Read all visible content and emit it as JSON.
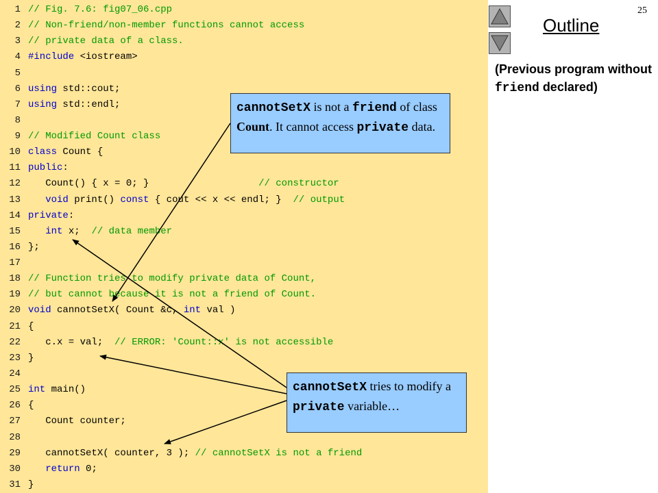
{
  "slide": {
    "number": "25"
  },
  "outline": {
    "title": "Outline"
  },
  "side_note": {
    "part1": "(Previous program without ",
    "mono": "friend",
    "part2": " declared)"
  },
  "code_lines": [
    {
      "num": "1",
      "text": "// Fig. 7.6: fig07_06.cpp"
    },
    {
      "num": "2",
      "text": "// Non-friend/non-member functions cannot access"
    },
    {
      "num": "3",
      "text": "// private data of a class."
    },
    {
      "num": "4",
      "text": "#include <iostream>"
    },
    {
      "num": "5",
      "text": ""
    },
    {
      "num": "6",
      "text": "using std::cout;"
    },
    {
      "num": "7",
      "text": "using std::endl;"
    },
    {
      "num": "8",
      "text": ""
    },
    {
      "num": "9",
      "text": "// Modified Count class"
    },
    {
      "num": "10",
      "text": "class Count {"
    },
    {
      "num": "11",
      "text": "public:"
    },
    {
      "num": "12",
      "text": "   Count() { x = 0; }                   // constructor"
    },
    {
      "num": "13",
      "text": "   void print() const { cout << x << endl; }  // output"
    },
    {
      "num": "14",
      "text": "private:"
    },
    {
      "num": "15",
      "text": "   int x;  // data member"
    },
    {
      "num": "16",
      "text": "};"
    },
    {
      "num": "17",
      "text": ""
    },
    {
      "num": "18",
      "text": "// Function tries to modify private data of Count,"
    },
    {
      "num": "19",
      "text": "// but cannot because it is not a friend of Count."
    },
    {
      "num": "20",
      "text": "void cannotSetX( Count &c, int val )"
    },
    {
      "num": "21",
      "text": "{"
    },
    {
      "num": "22",
      "text": "   c.x = val;  // ERROR: 'Count::x' is not accessible"
    },
    {
      "num": "23",
      "text": "}"
    },
    {
      "num": "24",
      "text": ""
    },
    {
      "num": "25",
      "text": "int main()"
    },
    {
      "num": "26",
      "text": "{"
    },
    {
      "num": "27",
      "text": "   Count counter;"
    },
    {
      "num": "28",
      "text": ""
    },
    {
      "num": "29",
      "text": "   cannotSetX( counter, 3 ); // cannotSetX is not a friend"
    },
    {
      "num": "30",
      "text": "   return 0;"
    },
    {
      "num": "31",
      "text": "}"
    }
  ],
  "callout_friend": {
    "seg1": "cannotSetX",
    "seg2": " is not a ",
    "seg3": "friend",
    "seg4": " of class ",
    "seg5": "Count",
    "seg6": ".  It cannot access ",
    "seg7": "private",
    "seg8": " data."
  },
  "callout_private": {
    "seg1": "cannotSetX",
    "seg2": " tries to modify a ",
    "seg3": "private",
    "seg4": " variable…"
  },
  "colors": {
    "code_bg": "#ffe699",
    "comment": "#009900",
    "keyword": "#0000cc",
    "callout_bg": "#99ccff"
  },
  "icons": {
    "nav_up": "triangle-up-icon",
    "nav_down": "triangle-down-icon"
  }
}
